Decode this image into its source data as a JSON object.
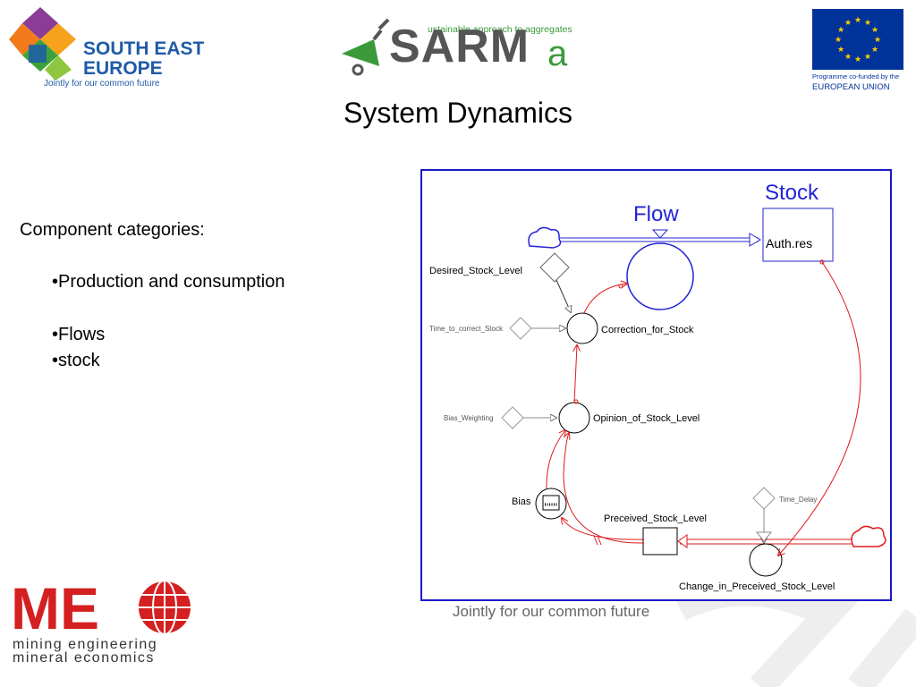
{
  "header": {
    "see_logo": {
      "line1": "SOUTH EAST",
      "line2": "EUROPE",
      "tagline": "Jointly for our common future"
    },
    "sarma_logo": {
      "tagline": "ustainable approach to aggregates",
      "word": "SARM",
      "word_tail": "a"
    },
    "eu_logo": {
      "line1": "Programme co-funded by the",
      "line2": "EUROPEAN UNION"
    }
  },
  "slide": {
    "title": "System Dynamics",
    "component_title": "Component categories:",
    "bullets": [
      "•Production and consumption",
      "•Flows",
      "•stock"
    ]
  },
  "diagram": {
    "flow_title": "Flow",
    "stock_title": "Stock",
    "stock_node": "Auth.res",
    "nodes": {
      "desired_stock_level": "Desired_Stock_Level",
      "time_to_correct_stock": "Time_to_correct_Stock",
      "correction_for_stock": "Correction_for_Stock",
      "bias_weighting": "Bias_Weighting",
      "opinion_of_stock_level": "Opinion_of_Stock_Level",
      "bias": "Bias",
      "preceived_stock_level": "Preceived_Stock_Level",
      "time_delay": "Time_Delay",
      "change_in_preceived": "Change_in_Preceived_Stock_Level"
    },
    "colors": {
      "frame": "#1a1ac8",
      "flow": "#2323d6",
      "link": "#e01818"
    }
  },
  "footer": {
    "tagline": "Jointly for our common future",
    "meg_logo": {
      "line1": "mining engineering",
      "line2": "mineral economics",
      "brand": "ME"
    }
  }
}
